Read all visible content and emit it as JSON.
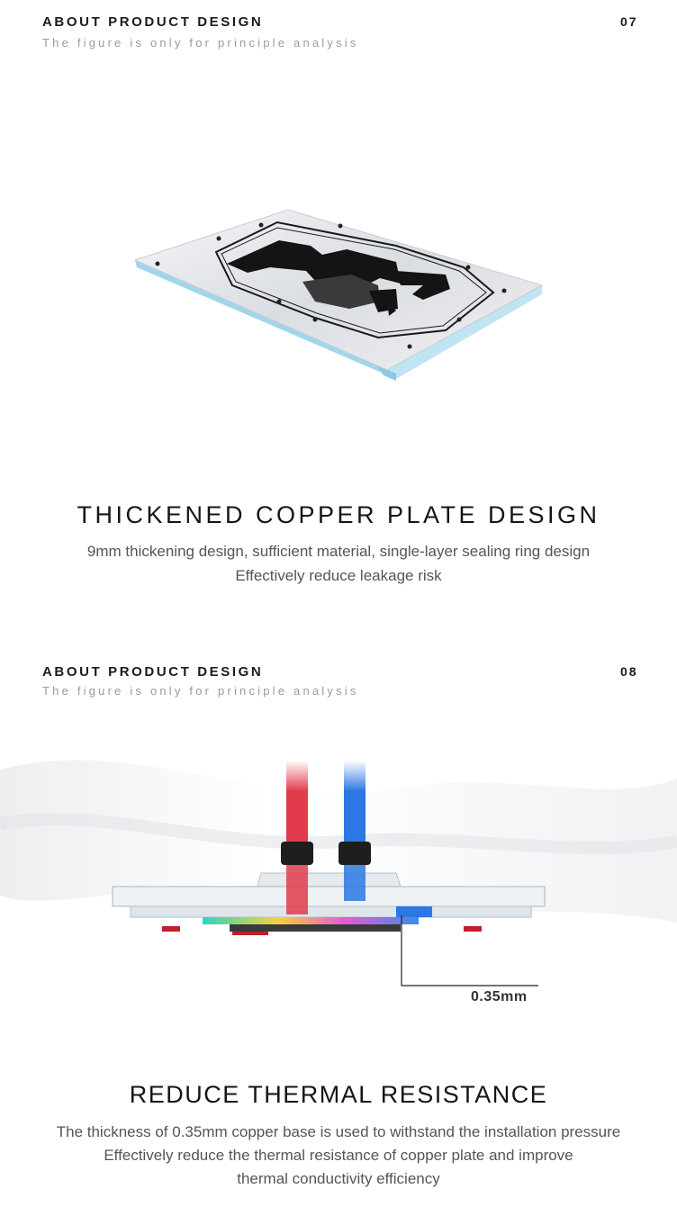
{
  "section1": {
    "title": "ABOUT PRODUCT DESIGN",
    "number": "07",
    "subtitle": "The figure is only for principle analysis",
    "headline": "THICKENED COPPER PLATE DESIGN",
    "description": [
      "9mm thickening design, sufficient material, single-layer sealing ring design",
      "Effectively reduce leakage risk"
    ]
  },
  "section2": {
    "title": "ABOUT PRODUCT DESIGN",
    "number": "08",
    "subtitle": "The figure is only for principle analysis",
    "dimension_label": "0.35mm",
    "headline": "REDUCE THERMAL RESISTANCE",
    "description": [
      "The thickness of 0.35mm copper base is used to withstand the installation pressure",
      "Effectively reduce the thermal resistance of copper plate and improve",
      "thermal conductivity efficiency"
    ]
  },
  "colors": {
    "plate_edge": "#9fd6ec",
    "hot_tube": "#e23b4b",
    "cold_tube": "#2b78e4"
  }
}
